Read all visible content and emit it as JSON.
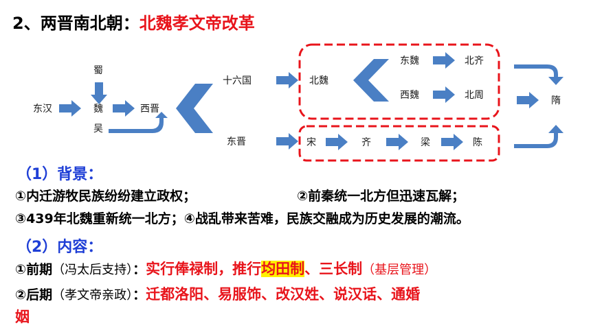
{
  "title": {
    "prefix": "2、两晋南北朝：",
    "topic": "北魏孝文帝改革"
  },
  "diagram": {
    "shu": "蜀",
    "wei": "魏",
    "wu": "吴",
    "donghan": "东汉",
    "xijin": "西晋",
    "shiliuguo": "十六国",
    "dongjin": "东晋",
    "beiwei": "北魏",
    "dongwei": "东魏",
    "xiwei": "西魏",
    "beiqi": "北齐",
    "beizhou": "北周",
    "sui": "隋",
    "song": "宋",
    "qi": "齐",
    "liang": "梁",
    "chen": "陈"
  },
  "background": {
    "heading": "（1）背景：",
    "item1": "①内迁游牧民族纷纷建立政权；",
    "item2": "②前秦统一北方但迅速瓦解；",
    "item3": "③439年北魏重新统一北方；④战乱带来苦难，民族交融成为历史发展的潮流。"
  },
  "content": {
    "heading": "（2）内容：",
    "early": {
      "label": "①前期",
      "note": "（冯太后支持）",
      "colon": "：",
      "r1": "实行俸禄制，推行",
      "r2": "均田制",
      "r3": "、三长制",
      "r4": "（基层管理）"
    },
    "late": {
      "label": "②后期",
      "note": "（孝文帝亲政）",
      "colon": "：",
      "r1": "迁都洛阳、易服饰、改汉姓、说汉话、通婚",
      "r2": "姻"
    }
  },
  "colors": {
    "red": "#e8141b",
    "blue": "#1f3fd6",
    "arrow": "#4a7fc4",
    "highlight": "#ffef00"
  }
}
